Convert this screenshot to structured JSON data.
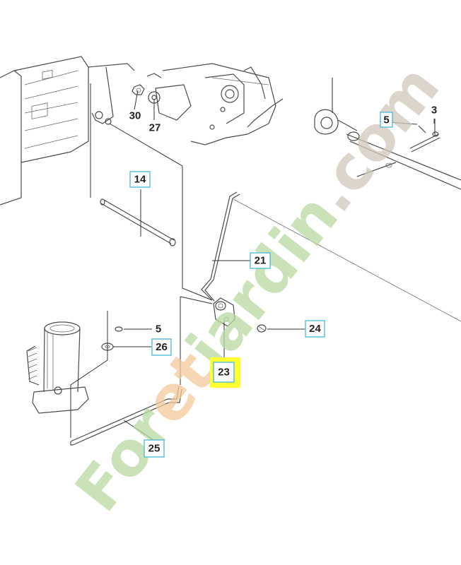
{
  "diagram": {
    "highlight_color": "#ffff33",
    "callout_border_color": "#46b8d8",
    "callouts": [
      {
        "id": "c3",
        "label": "3",
        "boxed": false,
        "highlight": false
      },
      {
        "id": "c5a",
        "label": "5",
        "boxed": true,
        "highlight": false
      },
      {
        "id": "c14",
        "label": "14",
        "boxed": true,
        "highlight": false
      },
      {
        "id": "c21",
        "label": "21",
        "boxed": true,
        "highlight": false
      },
      {
        "id": "c23",
        "label": "23",
        "boxed": true,
        "highlight": true
      },
      {
        "id": "c24",
        "label": "24",
        "boxed": true,
        "highlight": false
      },
      {
        "id": "c5b",
        "label": "5",
        "boxed": false,
        "highlight": false
      },
      {
        "id": "c26",
        "label": "26",
        "boxed": true,
        "highlight": false
      },
      {
        "id": "c25",
        "label": "25",
        "boxed": true,
        "highlight": false
      },
      {
        "id": "c30",
        "label": "30",
        "boxed": false,
        "highlight": false
      },
      {
        "id": "c27",
        "label": "27",
        "boxed": false,
        "highlight": false
      }
    ]
  },
  "watermark": {
    "text": "Foretjardin.com",
    "colors": [
      "#b9d9a0",
      "#f3c99a",
      "#cfc8bc"
    ]
  }
}
